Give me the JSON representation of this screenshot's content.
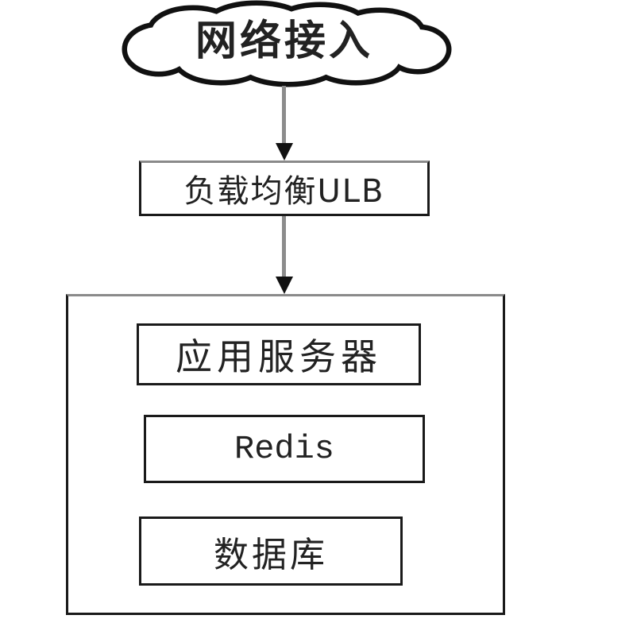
{
  "diagram_type": "architecture-flow",
  "nodes": {
    "cloud": {
      "label": "网络接入",
      "shape": "cloud"
    },
    "load_balancer": {
      "label": "负载均衡ULB",
      "shape": "rect"
    },
    "server_cluster": {
      "label": "",
      "shape": "container-rect"
    },
    "app_server": {
      "label": "应用服务器",
      "shape": "rect"
    },
    "redis": {
      "label": "Redis",
      "shape": "rect"
    },
    "database": {
      "label": "数据库",
      "shape": "rect"
    }
  },
  "edges": [
    {
      "from": "cloud",
      "to": "load_balancer",
      "style": "arrow-down"
    },
    {
      "from": "load_balancer",
      "to": "server_cluster",
      "style": "arrow-down"
    }
  ],
  "cluster_children": [
    "app_server",
    "redis",
    "database"
  ],
  "colors": {
    "outline": "#1a1a1a",
    "outline_soft": "#8a8a8a",
    "arrow_stem": "#8c8c8c",
    "arrow_head": "#111111",
    "background": "#ffffff",
    "text": "#222222"
  }
}
